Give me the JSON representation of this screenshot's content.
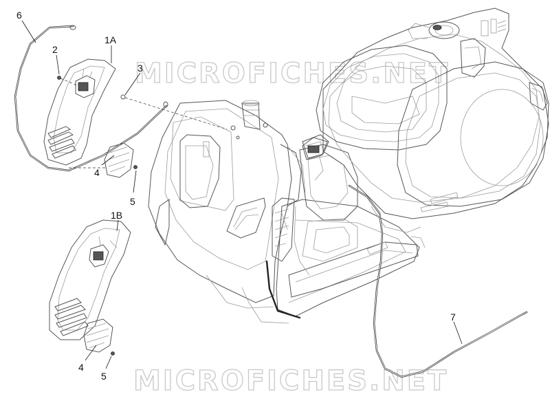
{
  "watermark": {
    "top": "MICROFICHES.NET",
    "bottom": "MICROFICHES.NET"
  },
  "callouts": {
    "c6": "6",
    "c2": "2",
    "c1a": "1A",
    "c3": "3",
    "c4a": "4",
    "c5a": "5",
    "c1b": "1B",
    "c4b": "4",
    "c5b": "5",
    "c7": "7"
  }
}
